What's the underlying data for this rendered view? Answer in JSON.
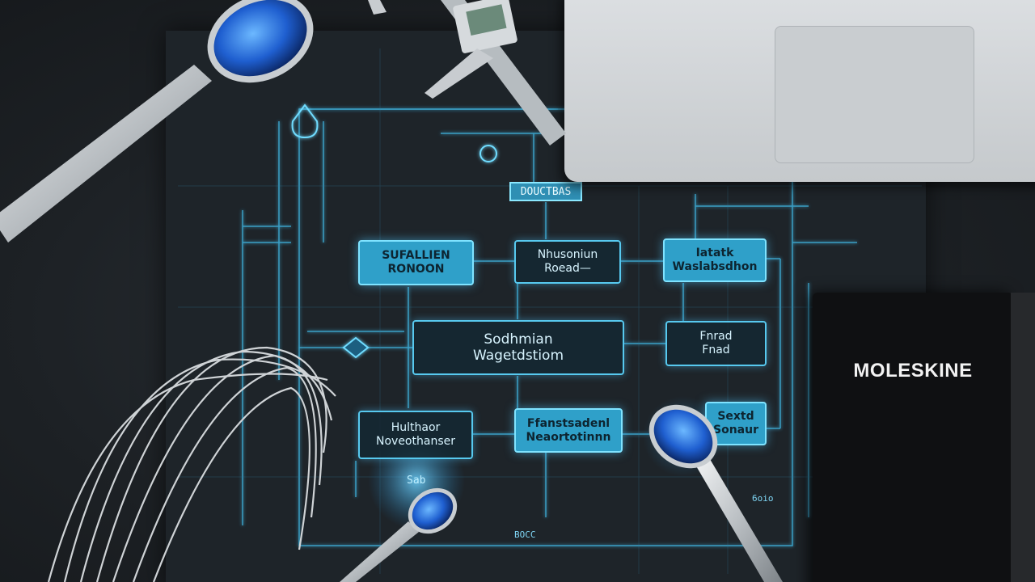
{
  "scene": {
    "description_free": true,
    "colors": {
      "background": "#1c1f23",
      "blueprint_glow": "#57c9ef",
      "box_fill": "#2fa0c9",
      "notebook": "#0f1012",
      "laptop": "#d0d4d7"
    }
  },
  "diagram": {
    "header_tag": "DOUCTBAS",
    "boxes": [
      {
        "id": "top-left",
        "line1": "SUFALLIEN",
        "line2": "RONOON"
      },
      {
        "id": "top-middle",
        "line1": "Nhusoniun",
        "line2": "Roead—"
      },
      {
        "id": "top-right",
        "line1": "Iatatk",
        "line2": "Waslabsdhon"
      },
      {
        "id": "center",
        "line1": "Sodhmian",
        "line2": "Wagetdstiom"
      },
      {
        "id": "middle-right",
        "line1": "Fnrad",
        "line2": "Fnad"
      },
      {
        "id": "bottom-left",
        "line1": "Hulthaor",
        "line2": "Noveothanser"
      },
      {
        "id": "bottom-middle",
        "line1": "Ffanstsadenl",
        "line2": "Neaortotinnn"
      },
      {
        "id": "bottom-right",
        "line1": "Sextd",
        "line2": "Sonaur"
      }
    ],
    "small_labels": [
      "Sab",
      "BOCC",
      "6oio"
    ]
  },
  "notebook": {
    "brand": "MOLESKINE"
  },
  "objects": {
    "icons": [
      "spoon-icon",
      "calipers-icon",
      "whisk-icon",
      "laptop-icon",
      "notebook-icon",
      "measuring-spoon-icon"
    ]
  }
}
